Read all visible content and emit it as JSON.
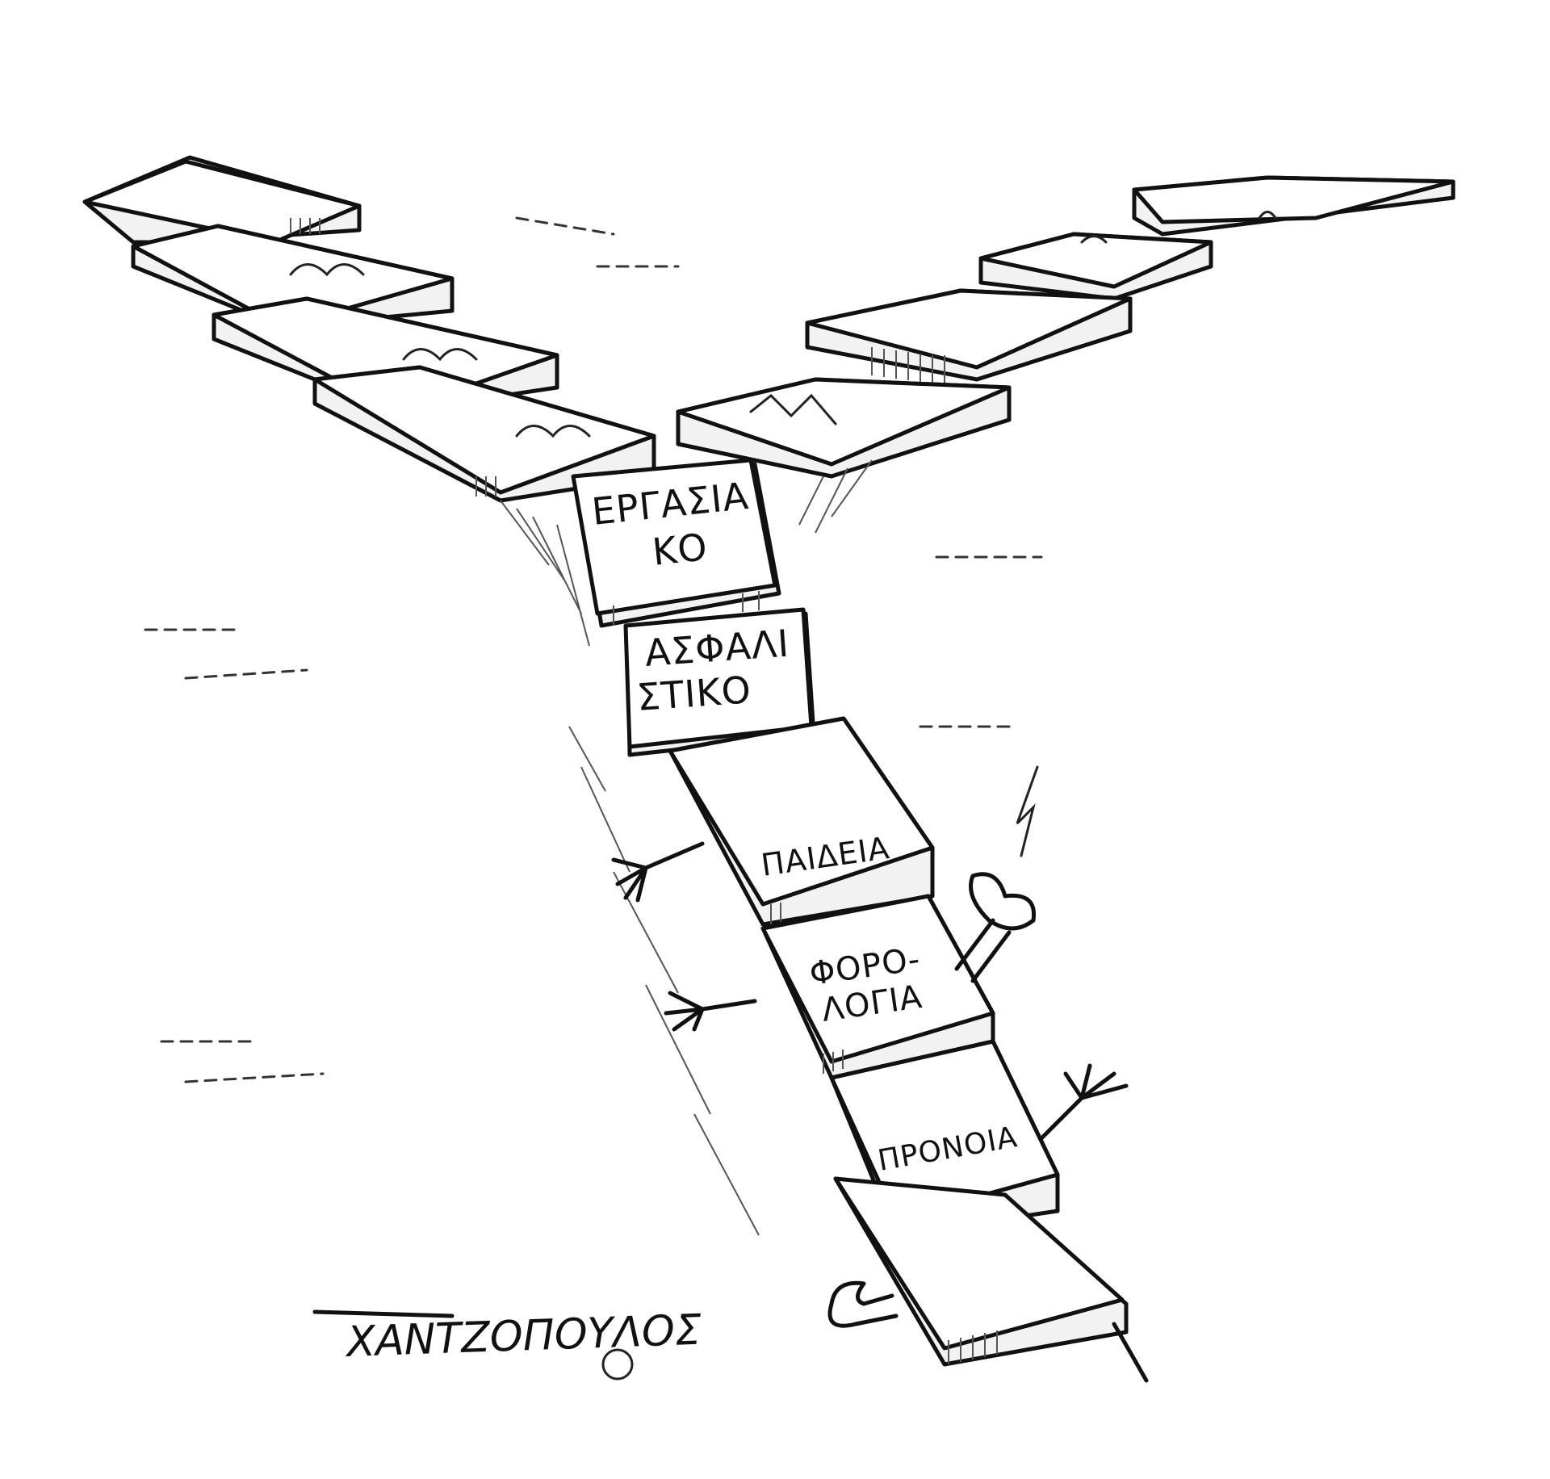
{
  "cartoon": {
    "labels": {
      "ergasiako_line1": "ΕΡΓΑΣΙΑ",
      "ergasiako_line2": "ΚΟ",
      "asfalistiko_line1": "ΑΣΦΑΛΙ",
      "asfalistiko_line2": "ΣΤΙΚΟ",
      "paideia": "ΠΑΙΔΕΙΑ",
      "forologia_line1": "ΦΟΡΟ-",
      "forologia_line2": "ΛΟΓΙΑ",
      "pronoia": "ΠΡΟΝΟΙΑ"
    },
    "signature": "ΧΑΝΤΖΟΠΟΥΛΟΣ"
  }
}
